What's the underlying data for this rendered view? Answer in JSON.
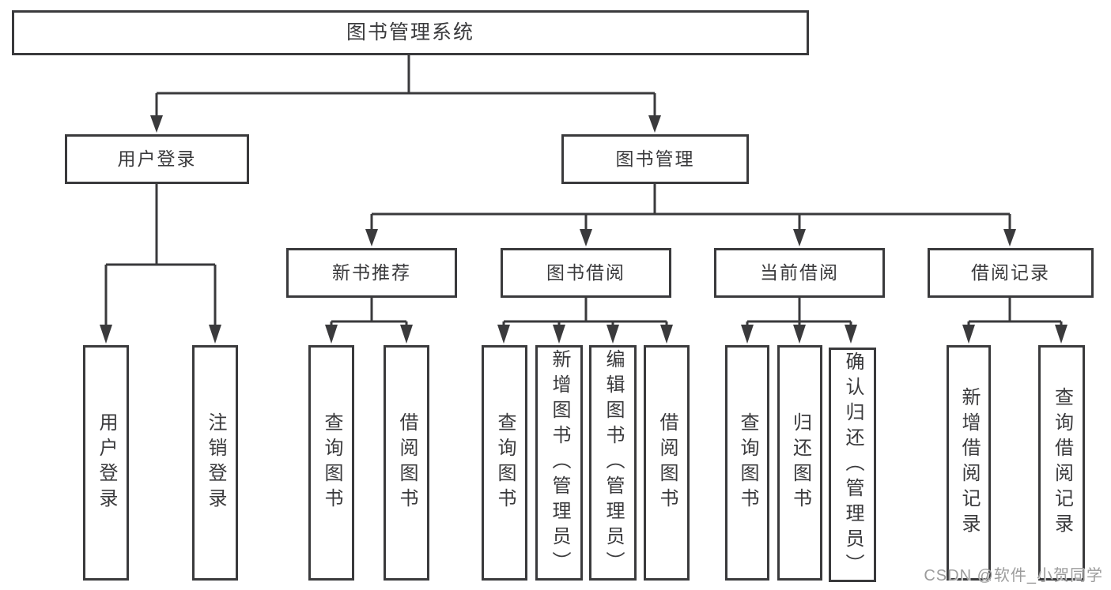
{
  "colors": {
    "line": "#3a3a3c",
    "text": "#3a3a3c",
    "background": "#ffffff",
    "watermark_color": "#9c9c9c"
  },
  "watermark": {
    "text": "CSDN @软件_小贺同学"
  },
  "tree": {
    "label": "图书管理系统",
    "children": [
      {
        "label": "用户登录",
        "children": [
          {
            "label": "用户登录"
          },
          {
            "label": "注销登录"
          }
        ]
      },
      {
        "label": "图书管理",
        "children": [
          {
            "label": "新书推荐",
            "children": [
              {
                "label": "查询图书"
              },
              {
                "label": "借阅图书"
              }
            ]
          },
          {
            "label": "图书借阅",
            "children": [
              {
                "label": "查询图书"
              },
              {
                "label": "新增图书（管理员）"
              },
              {
                "label": "编辑图书（管理员）"
              },
              {
                "label": "借阅图书"
              }
            ]
          },
          {
            "label": "当前借阅",
            "children": [
              {
                "label": "查询图书"
              },
              {
                "label": "归还图书"
              },
              {
                "label": "确认归还（管理员）"
              }
            ]
          },
          {
            "label": "借阅记录",
            "children": [
              {
                "label": "新增借阅记录"
              },
              {
                "label": "查询借阅记录"
              }
            ]
          }
        ]
      }
    ]
  }
}
